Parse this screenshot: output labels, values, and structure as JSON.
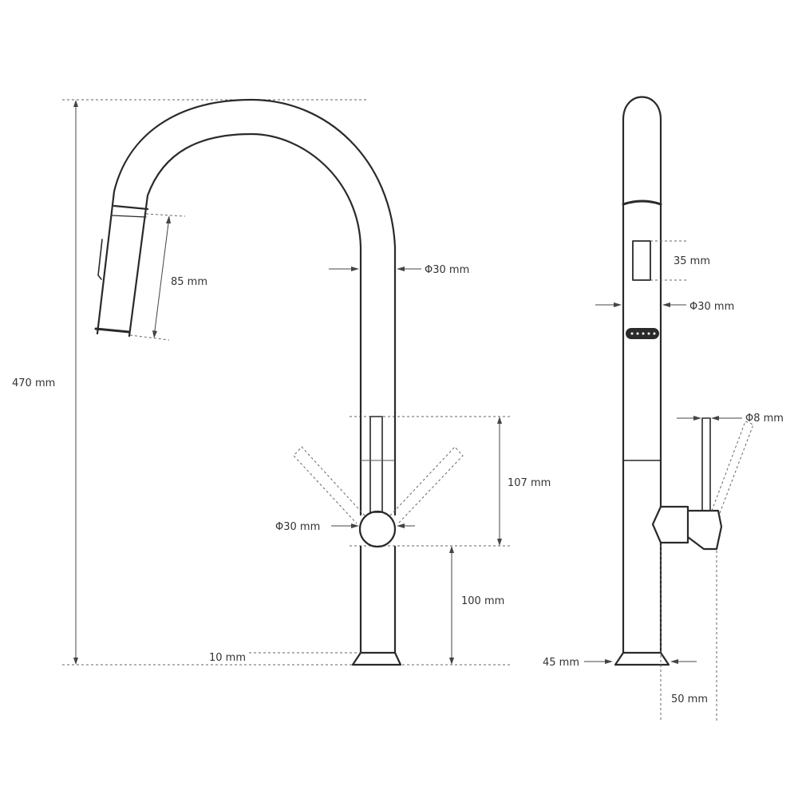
{
  "front_view": {
    "total_height": "470 mm",
    "spray_head_length": "85 mm",
    "spout_diameter": "Φ30 mm",
    "handle_body_diameter": "Φ30 mm",
    "lever_range": "107 mm",
    "handle_height": "100 mm",
    "base_height": "10 mm"
  },
  "side_view": {
    "button_height": "35 mm",
    "spout_diameter": "Φ30 mm",
    "lever_diameter": "Φ8 mm",
    "base_width": "45 mm",
    "base_depth": "50 mm"
  },
  "colors": {
    "line": "#2a2a2a",
    "dimension": "#444444",
    "background": "#ffffff"
  }
}
